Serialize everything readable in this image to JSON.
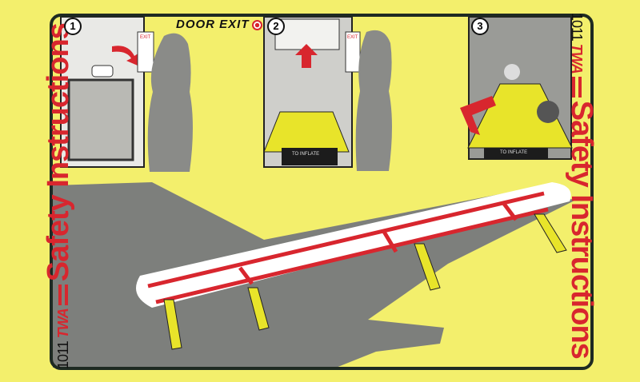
{
  "card": {
    "airline": "TWA",
    "model": "1011",
    "title": "Safety Instructions",
    "door_exit_label": "DOOR EXIT",
    "steps": [
      "1",
      "2",
      "3"
    ],
    "exit_sign": "EXIT",
    "inflate_label": "TO INFLATE",
    "colors": {
      "background": "#f3ef6c",
      "accent": "#d8262e",
      "frame": "#1e2a22",
      "plane": "#7d7f7c"
    }
  }
}
